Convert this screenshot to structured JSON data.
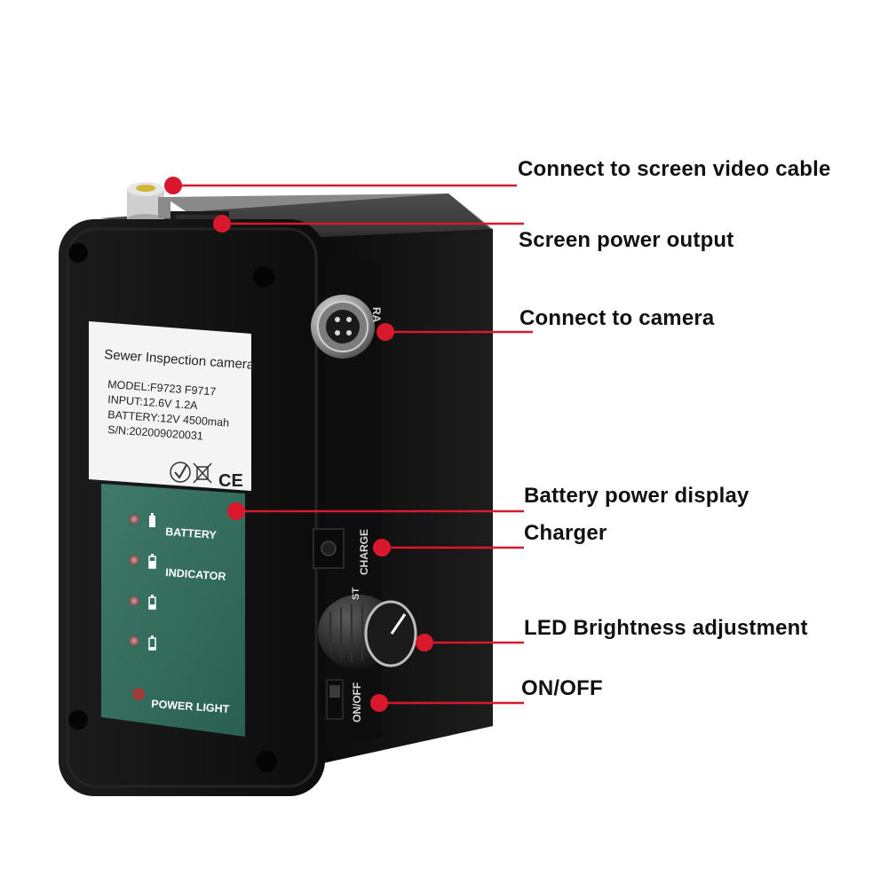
{
  "sticker": {
    "title": "Sewer Inspection camera",
    "model": "MODEL:F9723   F9717",
    "input": "INPUT:12.6V 1.2A",
    "battery": "BATTERY:12V 4500mah",
    "serial": "S/N:202009020031",
    "ce_mark": "CE"
  },
  "panel": {
    "battery_label": "BATTERY",
    "indicator_label": "INDICATOR",
    "power_light_label": "POWER LIGHT"
  },
  "side": {
    "charge_label": "CHARGE",
    "onoff_label": "ON/OFF",
    "adjust_partial": "ST",
    "camera_partial": "RA"
  },
  "callouts": {
    "video_cable": "Connect to screen video cable",
    "power_output": "Screen power output",
    "camera": "Connect to camera",
    "battery_display": "Battery power display",
    "charger": "Charger",
    "led_brightness": "LED Brightness adjustment",
    "onoff": "ON/OFF"
  },
  "colors": {
    "accent": "#d9182d",
    "body": "#141414",
    "panel": "#2f6b5c",
    "sticker": "#f4f4f4"
  }
}
